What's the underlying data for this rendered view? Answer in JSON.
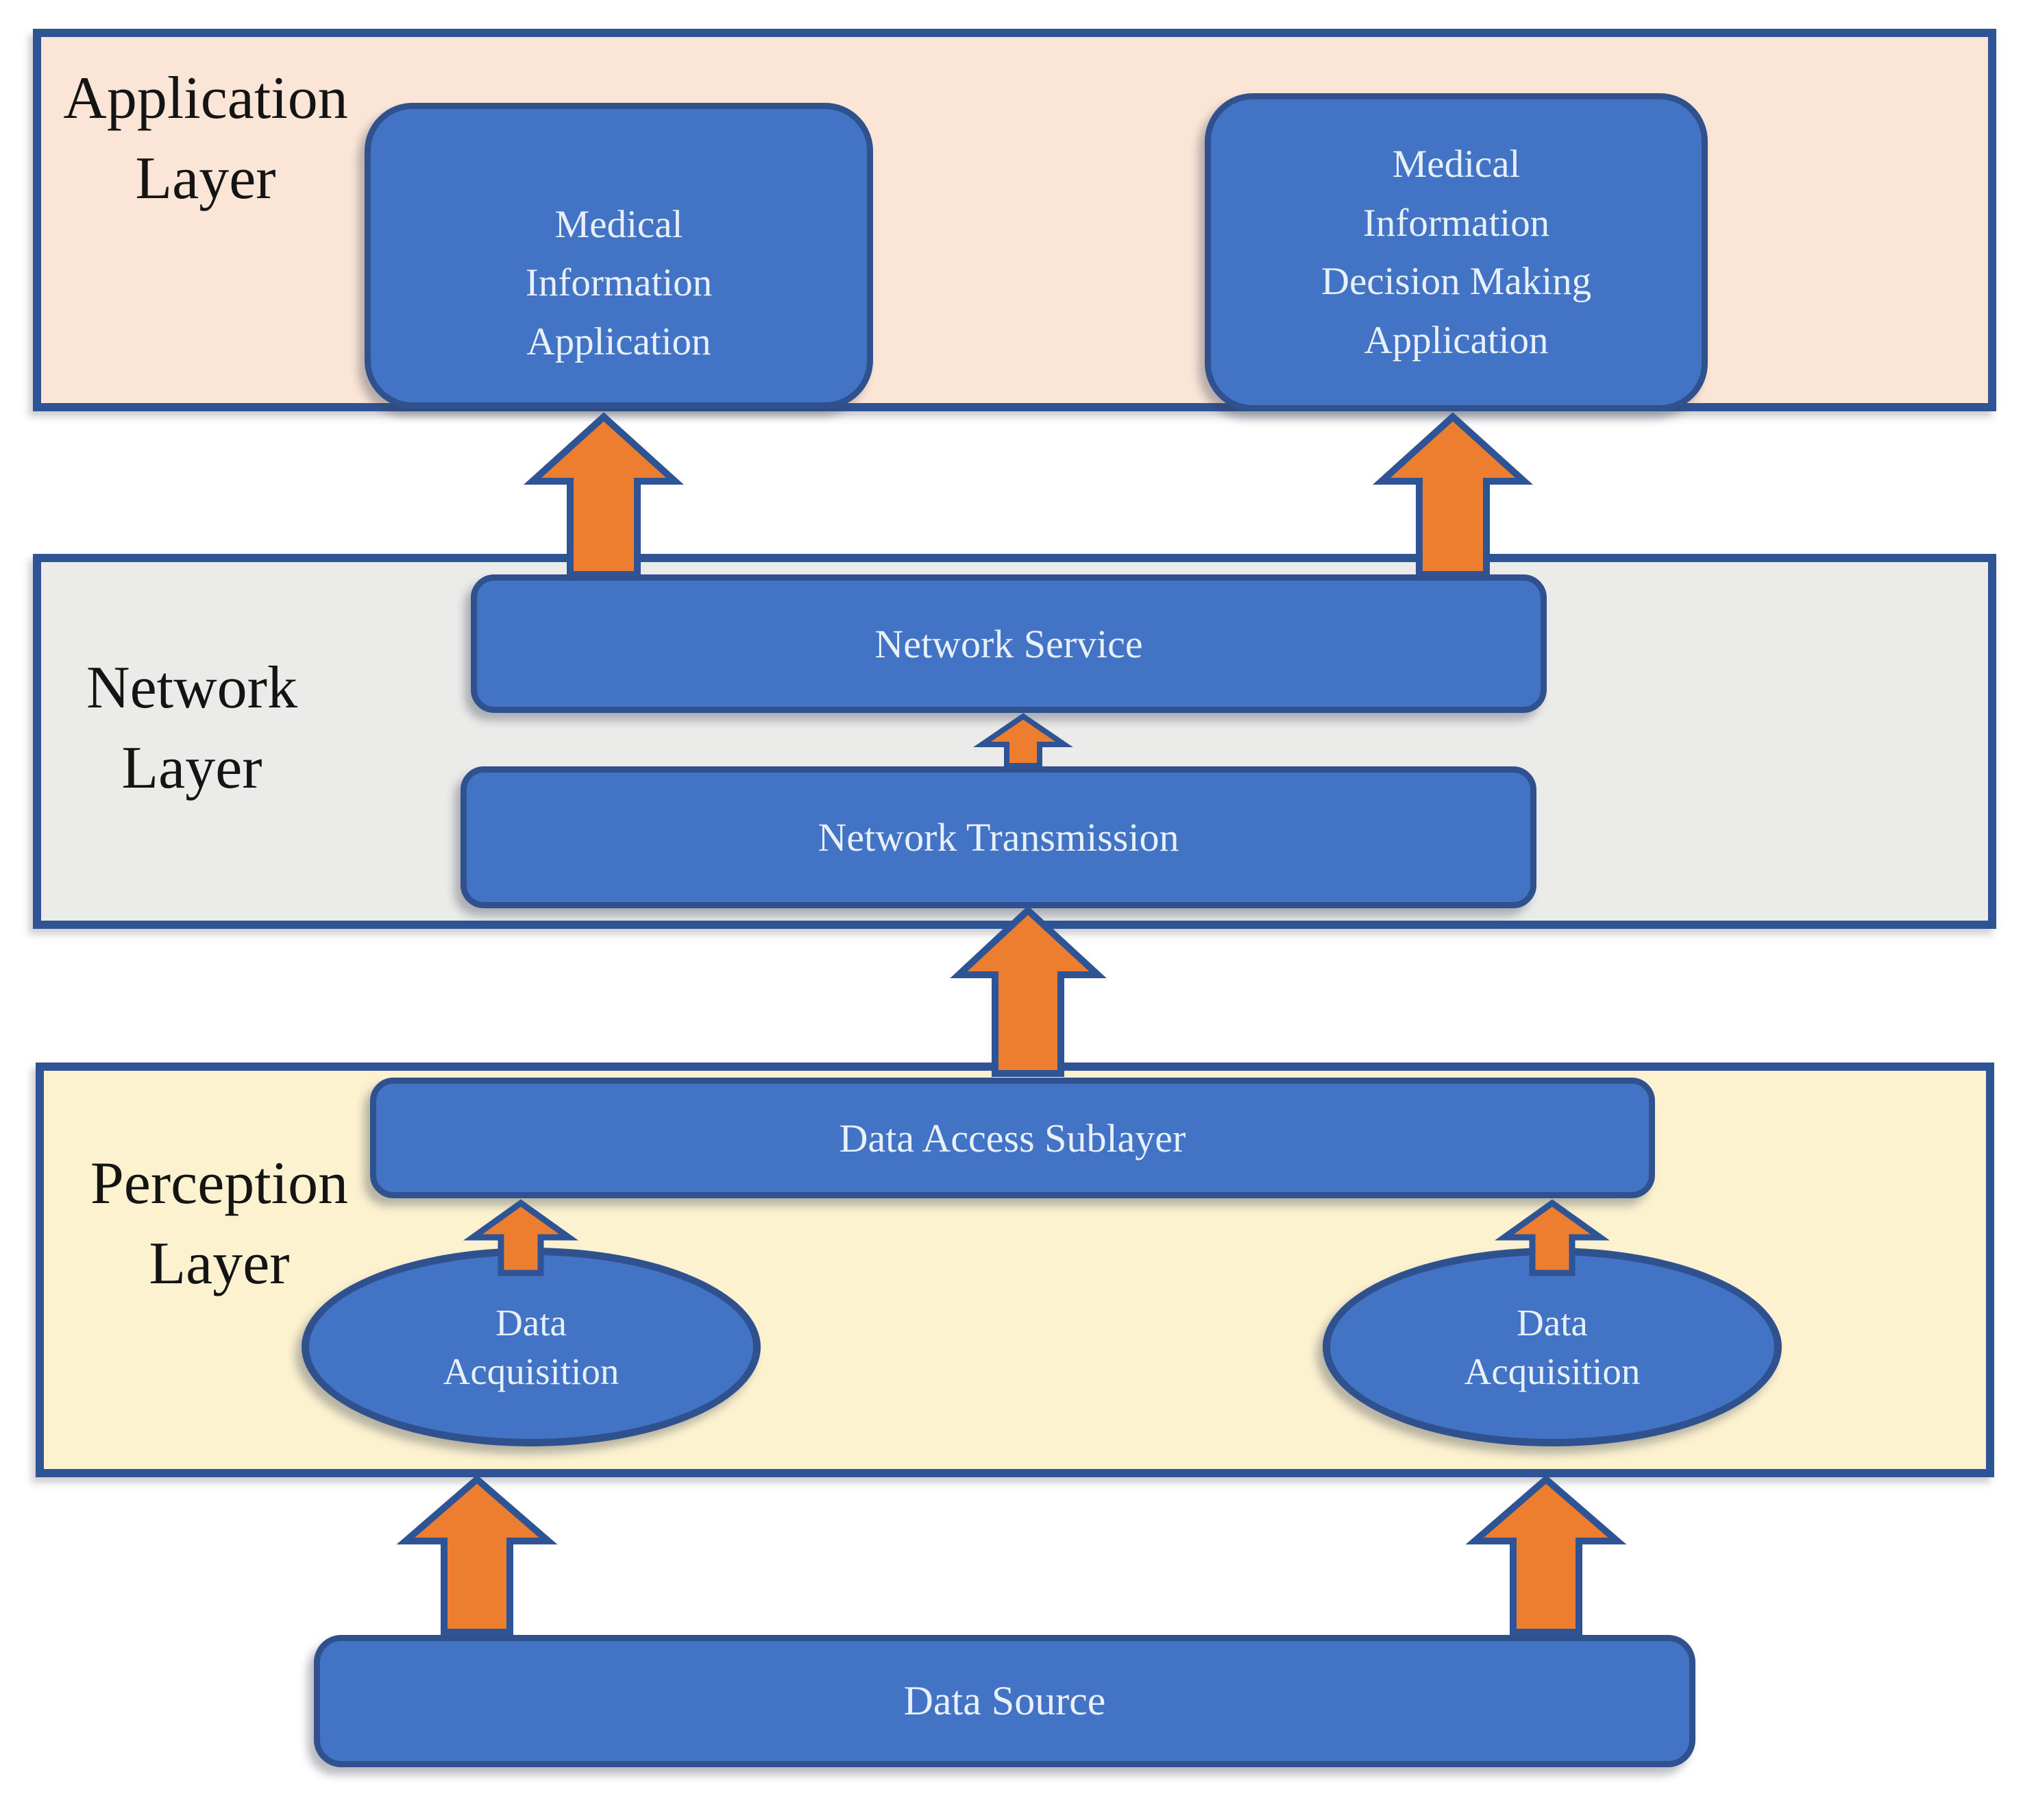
{
  "colors": {
    "page-bg": "#FFFFFF",
    "node-fill": "#4273C4",
    "node-stroke": "#2F528F",
    "node-text": "#E8F1FB",
    "arrow-fill": "#EE7E2F",
    "arrow-stroke": "#2F5496",
    "band-stroke": "#2F5496",
    "label-text": "#141414",
    "application-band-fill": "#FBE5D6",
    "network-band-fill": "#EBEBE9",
    "perception-band-fill": "#FCF2CF"
  },
  "layers": {
    "application": {
      "label": "Application Layer"
    },
    "network": {
      "label": "Network Layer"
    },
    "perception": {
      "label": "Perception Layer"
    }
  },
  "nodes": {
    "medical_information_application": {
      "label": "Medical Information Application"
    },
    "medical_information_decision_making_application": {
      "label": "Medical Information Decision Making Application"
    },
    "network_service": {
      "label": "Network Service"
    },
    "network_transmission": {
      "label": "Network Transmission"
    },
    "data_access_sublayer": {
      "label": "Data Access Sublayer"
    },
    "data_acquisition_left": {
      "label": "Data Acquisition"
    },
    "data_acquisition_right": {
      "label": "Data Acquisition"
    },
    "data_source": {
      "label": "Data Source"
    }
  },
  "arrows": [
    {
      "from": "Network Service",
      "to": "Medical Information Application",
      "direction": "up"
    },
    {
      "from": "Network Service",
      "to": "Medical Information Decision Making Application",
      "direction": "up"
    },
    {
      "from": "Network Transmission",
      "to": "Network Service",
      "direction": "up"
    },
    {
      "from": "Data Access Sublayer",
      "to": "Network Transmission",
      "direction": "up"
    },
    {
      "from": "Data Acquisition (left)",
      "to": "Data Access Sublayer",
      "direction": "up"
    },
    {
      "from": "Data Acquisition (right)",
      "to": "Data Access Sublayer",
      "direction": "up"
    },
    {
      "from": "Data Source",
      "to": "Data Acquisition (left)",
      "direction": "up"
    },
    {
      "from": "Data Source",
      "to": "Data Acquisition (right)",
      "direction": "up"
    }
  ]
}
